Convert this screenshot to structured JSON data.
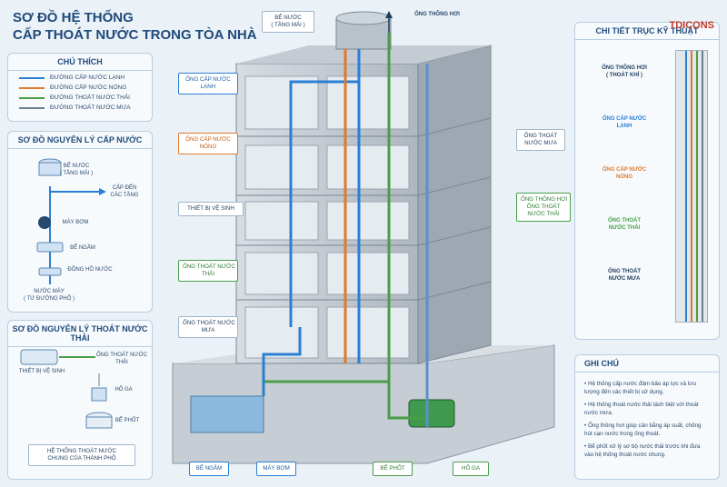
{
  "title": {
    "line1": "SƠ ĐỒ HỆ THỐNG",
    "line2": "CẤP THOÁT NƯỚC TRONG TÒA NHÀ"
  },
  "legend": {
    "heading": "CHÚ THÍCH",
    "items": [
      {
        "label": "ĐƯỜNG CẤP NƯỚC LẠNH",
        "color": "#2a7fd4"
      },
      {
        "label": "ĐƯỜNG CẤP NƯỚC NÓNG",
        "color": "#e07a2b"
      },
      {
        "label": "ĐƯỜNG THOÁT NƯỚC THẢI",
        "color": "#4a9e4a"
      },
      {
        "label": "ĐƯỜNG THOÁT NƯỚC MƯA",
        "color": "#6b7f93"
      }
    ]
  },
  "supply": {
    "heading": "SƠ ĐỒ NGUYÊN LÝ CẤP NƯỚC",
    "tank": "BỂ NƯỚC\n( TẦNG MÁI )",
    "to_floors": "CẤP ĐẾN\nCÁC TẦNG",
    "pump": "MÁY BƠM",
    "underground": "BỂ NGẦM",
    "meter": "ĐỒNG HỒ NƯỚC",
    "source": "NƯỚC MÁY\n( TỪ ĐƯỜNG PHỐ )"
  },
  "drain": {
    "heading": "SƠ ĐỒ NGUYÊN LÝ THOÁT NƯỚC THẢI",
    "fixtures": "THIẾT BỊ VỆ SINH",
    "pipe": "ỐNG THOÁT NƯỚC\nTHẢI",
    "manhole": "HỐ GA",
    "septic": "BỂ PHỐT",
    "city": "HỆ THỐNG THOÁT NƯỚC\nCHUNG CỦA THÀNH PHỐ"
  },
  "building": {
    "roof_tank": "BỂ NƯỚC\n( TẦNG MÁI )",
    "vent_top": "ỐNG THÔNG HƠI",
    "cold": "ỐNG CẤP NƯỚC\nLẠNH",
    "hot": "ỐNG CẤP NƯỚC\nNÓNG",
    "fixtures": "THIẾT BỊ VỆ SINH",
    "waste": "ỐNG THOÁT NƯỚC\nTHẢI",
    "rain_left": "ỐNG THOÁT NƯỚC\nMƯA",
    "rain_right": "ỐNG THOÁT\nNƯỚC MƯA",
    "vent_right": "ỐNG THÔNG HƠI\nỐNG THOÁT\nNƯỚC THẢI",
    "bottom": [
      "BỂ NGẦM",
      "MÁY BƠM",
      "BỂ PHỐT",
      "HỐ GA"
    ]
  },
  "detail": {
    "heading": "CHI TIẾT TRỤC KỸ THUẬT",
    "items": [
      {
        "label": "ỐNG THÔNG HƠI\n( THOÁT KHÍ )",
        "color": "#1d3d5e"
      },
      {
        "label": "ỐNG CẤP NƯỚC\nLẠNH",
        "color": "#2a7fd4"
      },
      {
        "label": "ỐNG CẤP NƯỚC\nNÓNG",
        "color": "#e07a2b"
      },
      {
        "label": "ỐNG THOÁT\nNƯỚC THẢI",
        "color": "#4a9e4a"
      },
      {
        "label": "ỐNG THOÁT\nNƯỚC MƯA",
        "color": "#1d3d5e"
      }
    ]
  },
  "notes": {
    "heading": "GHI CHÚ",
    "items": [
      "Hệ thống cấp nước đảm bảo áp lực và lưu lượng đến các thiết bị sử dụng.",
      "Hệ thống thoát nước thải tách biệt với thoát nước mưa.",
      "Ống thông hơi giúp cân bằng áp suất, chống hút cạn nước trong ống thoát.",
      "Bể phốt xử lý sơ bộ nước thải trước khi đưa vào hệ thống thoát nước chung."
    ]
  },
  "logo": "TDICONS"
}
